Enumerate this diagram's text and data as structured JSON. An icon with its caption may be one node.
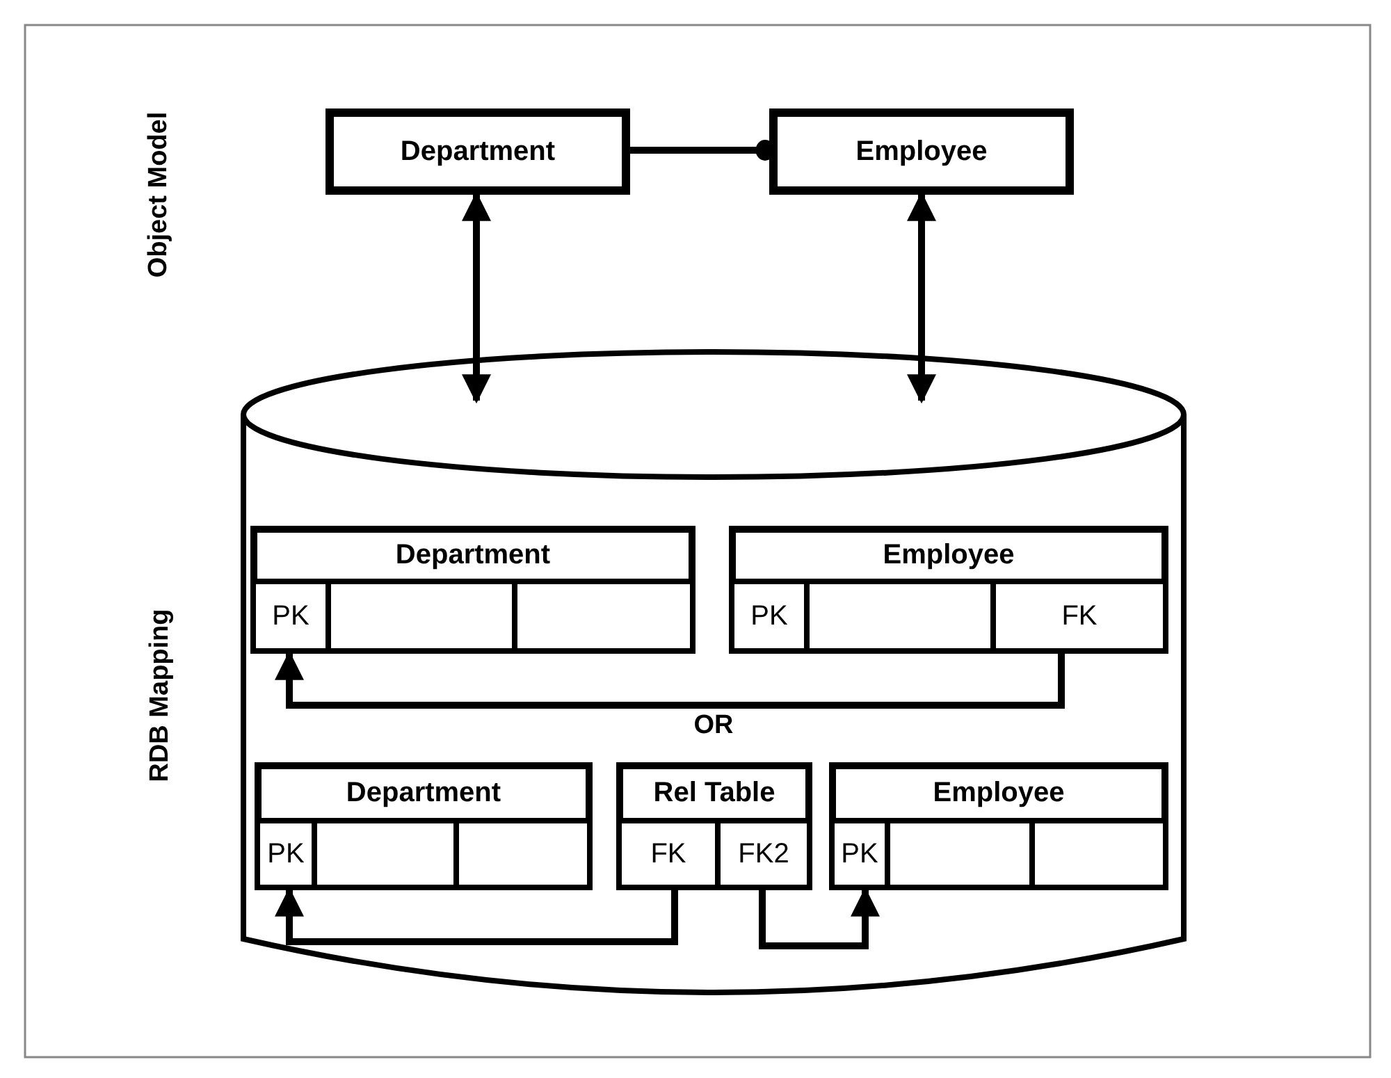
{
  "diagram": {
    "nodes": [
      {
        "text": [
          "Department"
        ]
      },
      {
        "text": [
          "Employee"
        ]
      },
      {
        "text": [],
        "shape": "cylinder"
      },
      {
        "text": [
          "Department"
        ],
        "in": 2
      },
      {
        "text": [
          "PK"
        ],
        "in": 3
      },
      {
        "text": [],
        "shape": "box",
        "in": 3
      },
      {
        "text": [],
        "shape": "box",
        "in": 3
      },
      {
        "text": [
          "Employee"
        ],
        "in": 2
      },
      {
        "text": [
          "PK"
        ],
        "in": 7
      },
      {
        "text": [],
        "shape": "box",
        "in": 7
      },
      {
        "text": [
          "FK"
        ],
        "in": 7
      },
      {
        "text": [
          "Department"
        ],
        "in": 2
      },
      {
        "text": [
          "PK"
        ],
        "in": 11
      },
      {
        "text": [],
        "shape": "box",
        "in": 11
      },
      {
        "text": [],
        "shape": "box",
        "in": 11
      },
      {
        "text": [
          "Rel Table"
        ],
        "in": 2
      },
      {
        "text": [
          "FK"
        ],
        "in": 15
      },
      {
        "text": [
          "FK2"
        ],
        "in": 15
      },
      {
        "text": [
          "Employee"
        ],
        "in": 2
      },
      {
        "text": [
          "PK"
        ],
        "in": 18
      },
      {
        "text": [],
        "shape": "box",
        "in": 18
      },
      {
        "text": [],
        "shape": "box",
        "in": 18
      }
    ],
    "edges": [
      {
        "from": 0,
        "to": 1,
        "arrow": "other"
      },
      {
        "from": 0,
        "to": 2,
        "arrow": "both"
      },
      {
        "from": 1,
        "to": 2,
        "arrow": "both"
      },
      {
        "from": 10,
        "to": 4,
        "arrow": "to"
      },
      {
        "from": 16,
        "to": 12,
        "arrow": "to"
      },
      {
        "from": 17,
        "to": 19,
        "arrow": "to"
      }
    ],
    "labels": [
      "Object Model",
      "RDB Mapping",
      "OR"
    ]
  }
}
